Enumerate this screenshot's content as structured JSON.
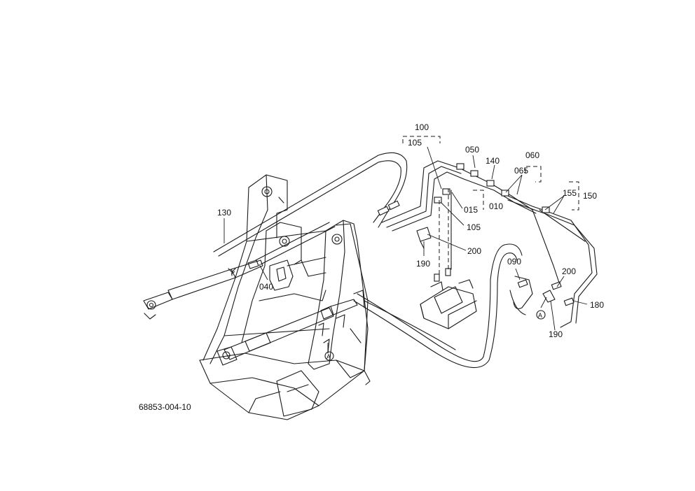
{
  "drawing_id": "68853-004-10",
  "part_labels": {
    "p100": "100",
    "p105a": "105",
    "p050": "050",
    "p140": "140",
    "p060": "060",
    "p065": "065",
    "p155": "155",
    "p150": "150",
    "p015": "015",
    "p010": "010",
    "p105b": "105",
    "p130": "130",
    "p200a": "200",
    "p190a": "190",
    "p040": "040",
    "p090": "090",
    "p200b": "200",
    "p180": "180",
    "p190b": "190"
  },
  "reference_marks": {
    "a1": "A",
    "a2": "A"
  },
  "line_color": "#1a1a1a"
}
